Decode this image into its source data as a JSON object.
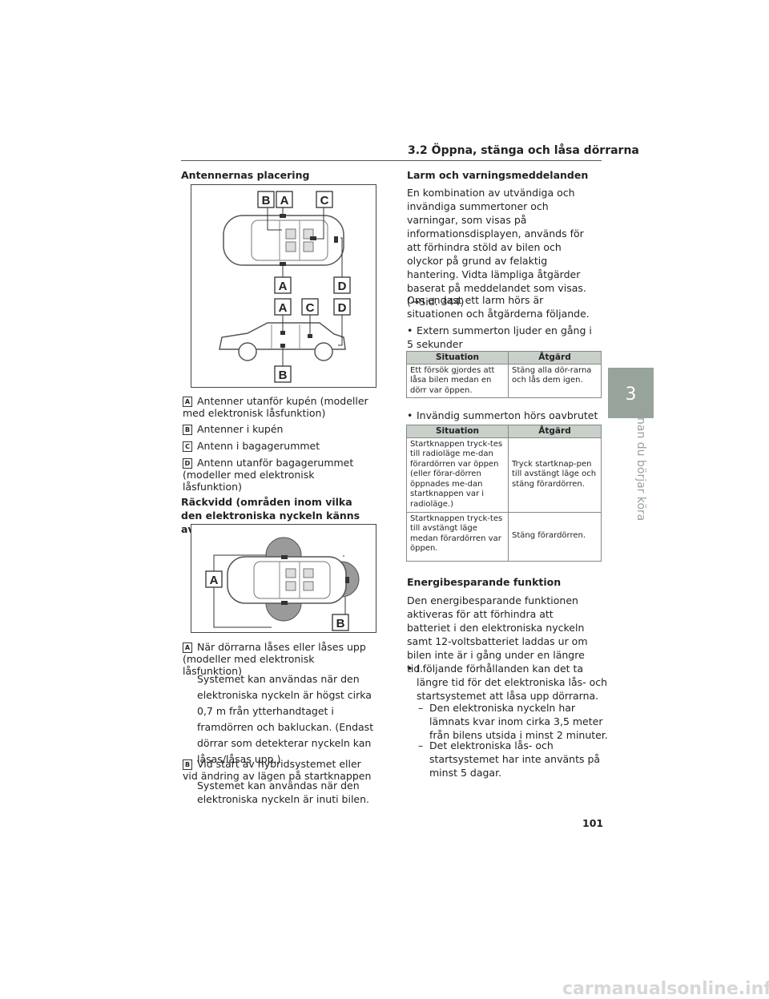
{
  "header": {
    "section_title": "3.2  Öppna, stänga och låsa dörrarna"
  },
  "left": {
    "antenna_heading": "Antennernas placering",
    "fig1_labels": {
      "a": "A",
      "b": "B",
      "c": "C",
      "d": "D"
    },
    "legend": [
      {
        "key": "A",
        "text": "Antenner utanför kupén (modeller med elektronisk låsfunktion)"
      },
      {
        "key": "B",
        "text": "Antenner i kupén"
      },
      {
        "key": "C",
        "text": "Antenn i bagagerummet"
      },
      {
        "key": "D",
        "text": "Antenn utanför bagagerummet (modeller med elektronisk låsfunktion)"
      }
    ],
    "range_heading": "Räckvidd (områden inom vilka den elektroniska nyckeln känns av)",
    "fig2_labels": {
      "a": "A",
      "b": "B"
    },
    "range_items": [
      {
        "key": "A",
        "text": "När dörrarna låses eller låses upp (modeller med elektronisk låsfunktion)",
        "detail": "Systemet kan användas när den elektroniska nyckeln är högst cirka 0,7 m från ytterhandtaget i framdörren och bakluckan. (Endast dörrar som detekterar nyckeln kan låsas/låsas upp.)"
      },
      {
        "key": "B",
        "text": "Vid start av hybridsystemet eller vid ändring av lägen på startknappen",
        "detail": "Systemet kan användas när den elektroniska nyckeln är inuti bilen."
      }
    ]
  },
  "right": {
    "alarm_heading": "Larm och varningsmeddelanden",
    "alarm_text": "En kombination av utvändiga och invändiga summertoner och varningar, som visas på informationsdisplayen, används för att förhindra stöld av bilen och olyckor på grund av felaktig hantering. Vidta lämpliga åtgärder baserat på meddelandet som visas. (→Sid. 344)",
    "alarm_text2": "Om endast ett larm hörs är situationen och åtgärderna följande.",
    "bullet1": "Extern summerton ljuder en gång i 5 sekunder",
    "table1": {
      "headers": [
        "Situation",
        "Åtgärd"
      ],
      "rows": [
        [
          "Ett försök gjordes att låsa bilen medan en dörr var öppen.",
          "Stäng alla dör-rarna och lås dem igen."
        ]
      ]
    },
    "bullet2": "Invändig summerton hörs oavbrutet",
    "table2": {
      "headers": [
        "Situation",
        "Åtgärd"
      ],
      "rows": [
        [
          "Startknappen tryck-tes till radioläge me-dan förardörren var öppen (eller förar-dörren öppnades me-dan startknappen var i radioläge.)",
          "Tryck startknap-pen till avstängt läge och stäng förardörren."
        ],
        [
          "Startknappen tryck-tes till avstängt läge medan förardörren var öppen.",
          "Stäng förardörren."
        ]
      ]
    },
    "energy_heading": "Energibesparande funktion",
    "energy_text": "Den energibesparande funktionen aktiveras för att förhindra att batteriet i den elektroniska nyckeln samt 12-voltsbatteriet laddas ur om bilen inte är i gång under en längre tid.",
    "bullet3": "I följande förhållanden kan det ta längre tid för det elektroniska lås- och startsystemet att låsa upp dörrarna.",
    "dash1": "Den elektroniska nyckeln har lämnats kvar inom cirka 3,5 meter från bilens utsida i minst 2 minuter.",
    "dash2": "Det elektroniska lås- och startsystemet har inte använts på minst 5 dagar."
  },
  "sidebar": {
    "chapter_number": "3",
    "chapter_title": "Innan du börjar köra"
  },
  "footer": {
    "page_number": "101",
    "watermark": "carmanualsonline.info"
  }
}
